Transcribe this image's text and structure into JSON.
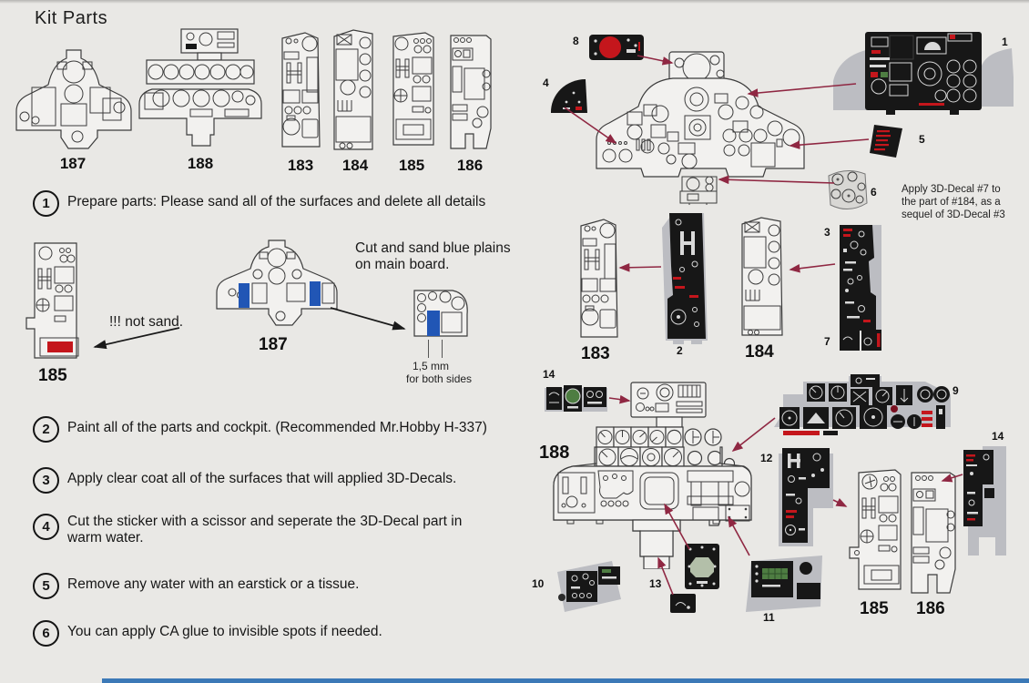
{
  "title": "Kit Parts",
  "colors": {
    "paper": "#e9e8e5",
    "line_art": "#3c3c3c",
    "highlight_red": "#c4161c",
    "highlight_blue": "#2156b5",
    "arrow_maroon": "#8f2742",
    "decal_black": "#171717",
    "decal_backing_gray": "#bcbdc2",
    "decal_green": "#4e7d42",
    "footer_blue": "#3c79b7"
  },
  "kit_parts": [
    {
      "label": "187"
    },
    {
      "label": "188"
    },
    {
      "label": "183"
    },
    {
      "label": "184"
    },
    {
      "label": "185"
    },
    {
      "label": "186"
    }
  ],
  "steps": [
    {
      "num": "1",
      "text": "Prepare parts: Please sand all of the surfaces and delete all details"
    },
    {
      "num": "2",
      "text": "Paint all of the parts and cockpit. (Recommended Mr.Hobby H-337)"
    },
    {
      "num": "3",
      "text": "Apply clear coat all of the surfaces that will applied 3D-Decals."
    },
    {
      "num": "4",
      "text": "Cut the sticker with a scissor and seperate the 3D-Decal part in warm water."
    },
    {
      "num": "5",
      "text": "Remove any water with an earstick or a tissue."
    },
    {
      "num": "6",
      "text": "You can apply CA glue to invisible spots if needed."
    }
  ],
  "sanding": {
    "part_185_label": "185",
    "not_sand_note": "!!! not sand.",
    "part_187_label": "187",
    "cut_blue_note": "Cut and sand blue plains on main board.",
    "thickness_note": "1,5 mm",
    "thickness_note_2": "for both sides"
  },
  "decal_guide": {
    "apply_note": "Apply 3D-Decal #7 to the part of #184, as a sequel of 3D-Decal #3",
    "panel_labels": {
      "p183": "183",
      "p184": "184",
      "p185": "185",
      "p186": "186",
      "p188": "188"
    },
    "decal_numbers": {
      "n1": "1",
      "n2": "2",
      "n3": "3",
      "n4": "4",
      "n5": "5",
      "n6": "6",
      "n7": "7",
      "n8": "8",
      "n9": "9",
      "n10": "10",
      "n11": "11",
      "n12": "12",
      "n13": "13",
      "n14": "14"
    }
  }
}
